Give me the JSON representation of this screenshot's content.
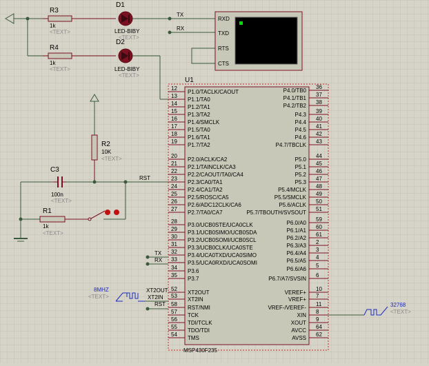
{
  "colors": {
    "background": "#d6d3c8",
    "grid": "#c4c1b4",
    "wire": "#3b5a3b",
    "component": "#7a1020",
    "body_fill": "#c8c8b8",
    "chip_border": "#cc2a2a",
    "terminal_screen": "#000000",
    "terminal_cursor": "#00e000",
    "generator": "#1a2bbf"
  },
  "placeholder": "<TEXT>",
  "r3": {
    "name": "R3",
    "value": "1k"
  },
  "r4": {
    "name": "R4",
    "value": "1k"
  },
  "d1": {
    "name": "D1",
    "type": "LED-BIBY"
  },
  "d2": {
    "name": "D2",
    "type": "LED-BIBY"
  },
  "r2": {
    "name": "R2",
    "value": "10K"
  },
  "c3": {
    "name": "C3",
    "value": "100n"
  },
  "r1": {
    "name": "R1",
    "value": "1k"
  },
  "terminal": {
    "rxd": "RXD",
    "txd": "TXD",
    "rts": "RTS",
    "cts": "CTS"
  },
  "nets": {
    "tx": "TX",
    "rx": "RX",
    "rst": "RST",
    "xt2out": "XT2OUT",
    "xt2in": "XT2IN"
  },
  "gen_8mhz": "8MHZ",
  "gen_32768": "32768",
  "mcu": {
    "ref": "U1",
    "part": "MSP430F235",
    "left_pins": [
      {
        "num": "12",
        "name": "P1.0/TACLK/CAOUT"
      },
      {
        "num": "13",
        "name": "P1.1/TA0"
      },
      {
        "num": "14",
        "name": "P1.2/TA1"
      },
      {
        "num": "15",
        "name": "P1.3/TA2"
      },
      {
        "num": "16",
        "name": "P1.4/SMCLK"
      },
      {
        "num": "17",
        "name": "P1.5/TA0"
      },
      {
        "num": "18",
        "name": "P1.6/TA1"
      },
      {
        "num": "19",
        "name": "P1.7/TA2"
      },
      {
        "num": "20",
        "name": "P2.0/ACLK/CA2"
      },
      {
        "num": "21",
        "name": "P2.1/TAINCLK/CA3"
      },
      {
        "num": "22",
        "name": "P2.2/CAOUT/TA0/CA4"
      },
      {
        "num": "23",
        "name": "P2.3/CA0/TA1"
      },
      {
        "num": "24",
        "name": "P2.4/CA1/TA2"
      },
      {
        "num": "25",
        "name": "P2.5/ROSC/CA5"
      },
      {
        "num": "26",
        "name": "P2.6/ADC12CLK/CA6"
      },
      {
        "num": "27",
        "name": "P2.7/TA0/CA7"
      },
      {
        "num": "28",
        "name": "P3.0/UCB0STE/UCA0CLK"
      },
      {
        "num": "29",
        "name": "P3.1/UCB0SIMO/UCB0SDA"
      },
      {
        "num": "30",
        "name": "P3.2/UCB0SOMI/UCB0SCL"
      },
      {
        "num": "31",
        "name": "P3.3/UCB0CLK/UCA0STE"
      },
      {
        "num": "32",
        "name": "P3.4/UCA0TXD/UCA0SIMO"
      },
      {
        "num": "33",
        "name": "P3.5/UCA0RXD/UCA0SOMI"
      },
      {
        "num": "34",
        "name": "P3.6"
      },
      {
        "num": "35",
        "name": "P3.7"
      },
      {
        "num": "52",
        "name": "XT2OUT"
      },
      {
        "num": "53",
        "name": "XT2IN"
      },
      {
        "num": "58",
        "name": "RST/NMI"
      },
      {
        "num": "57",
        "name": "TCK"
      },
      {
        "num": "56",
        "name": "TDI/TCLK"
      },
      {
        "num": "55",
        "name": "TDO/TDI"
      },
      {
        "num": "54",
        "name": "TMS"
      }
    ],
    "right_pins": [
      {
        "num": "36",
        "name": "P4.0/TB0"
      },
      {
        "num": "37",
        "name": "P4.1/TB1"
      },
      {
        "num": "38",
        "name": "P4.2/TB2"
      },
      {
        "num": "39",
        "name": "P4.3"
      },
      {
        "num": "40",
        "name": "P4.4"
      },
      {
        "num": "41",
        "name": "P4.5"
      },
      {
        "num": "42",
        "name": "P4.6"
      },
      {
        "num": "43",
        "name": "P4.7/TBCLK"
      },
      {
        "num": "44",
        "name": "P5.0"
      },
      {
        "num": "45",
        "name": "P5.1"
      },
      {
        "num": "46",
        "name": "P5.2"
      },
      {
        "num": "47",
        "name": "P5.3"
      },
      {
        "num": "48",
        "name": "P5.4/MCLK"
      },
      {
        "num": "49",
        "name": "P5.5/SMCLK"
      },
      {
        "num": "50",
        "name": "P5.6/ACLK"
      },
      {
        "num": "51",
        "name": "P5.7/TBOUTH/SVSOUT"
      },
      {
        "num": "59",
        "name": "P6.0/A0"
      },
      {
        "num": "60",
        "name": "P6.1/A1"
      },
      {
        "num": "61",
        "name": "P6.2/A2"
      },
      {
        "num": "2",
        "name": "P6.3/A3"
      },
      {
        "num": "3",
        "name": "P6.4/A4"
      },
      {
        "num": "4",
        "name": "P6.5/A5"
      },
      {
        "num": "5",
        "name": "P6.6/A6"
      },
      {
        "num": "6",
        "name": "P6.7/A7/SVSIN"
      },
      {
        "num": "10",
        "name": "VEREF+"
      },
      {
        "num": "7",
        "name": "VREF+"
      },
      {
        "num": "11",
        "name": "VREF-/VEREF-"
      },
      {
        "num": "8",
        "name": "XIN"
      },
      {
        "num": "9",
        "name": "XOUT"
      },
      {
        "num": "64",
        "name": "AVCC"
      },
      {
        "num": "62",
        "name": "AVSS"
      }
    ]
  }
}
